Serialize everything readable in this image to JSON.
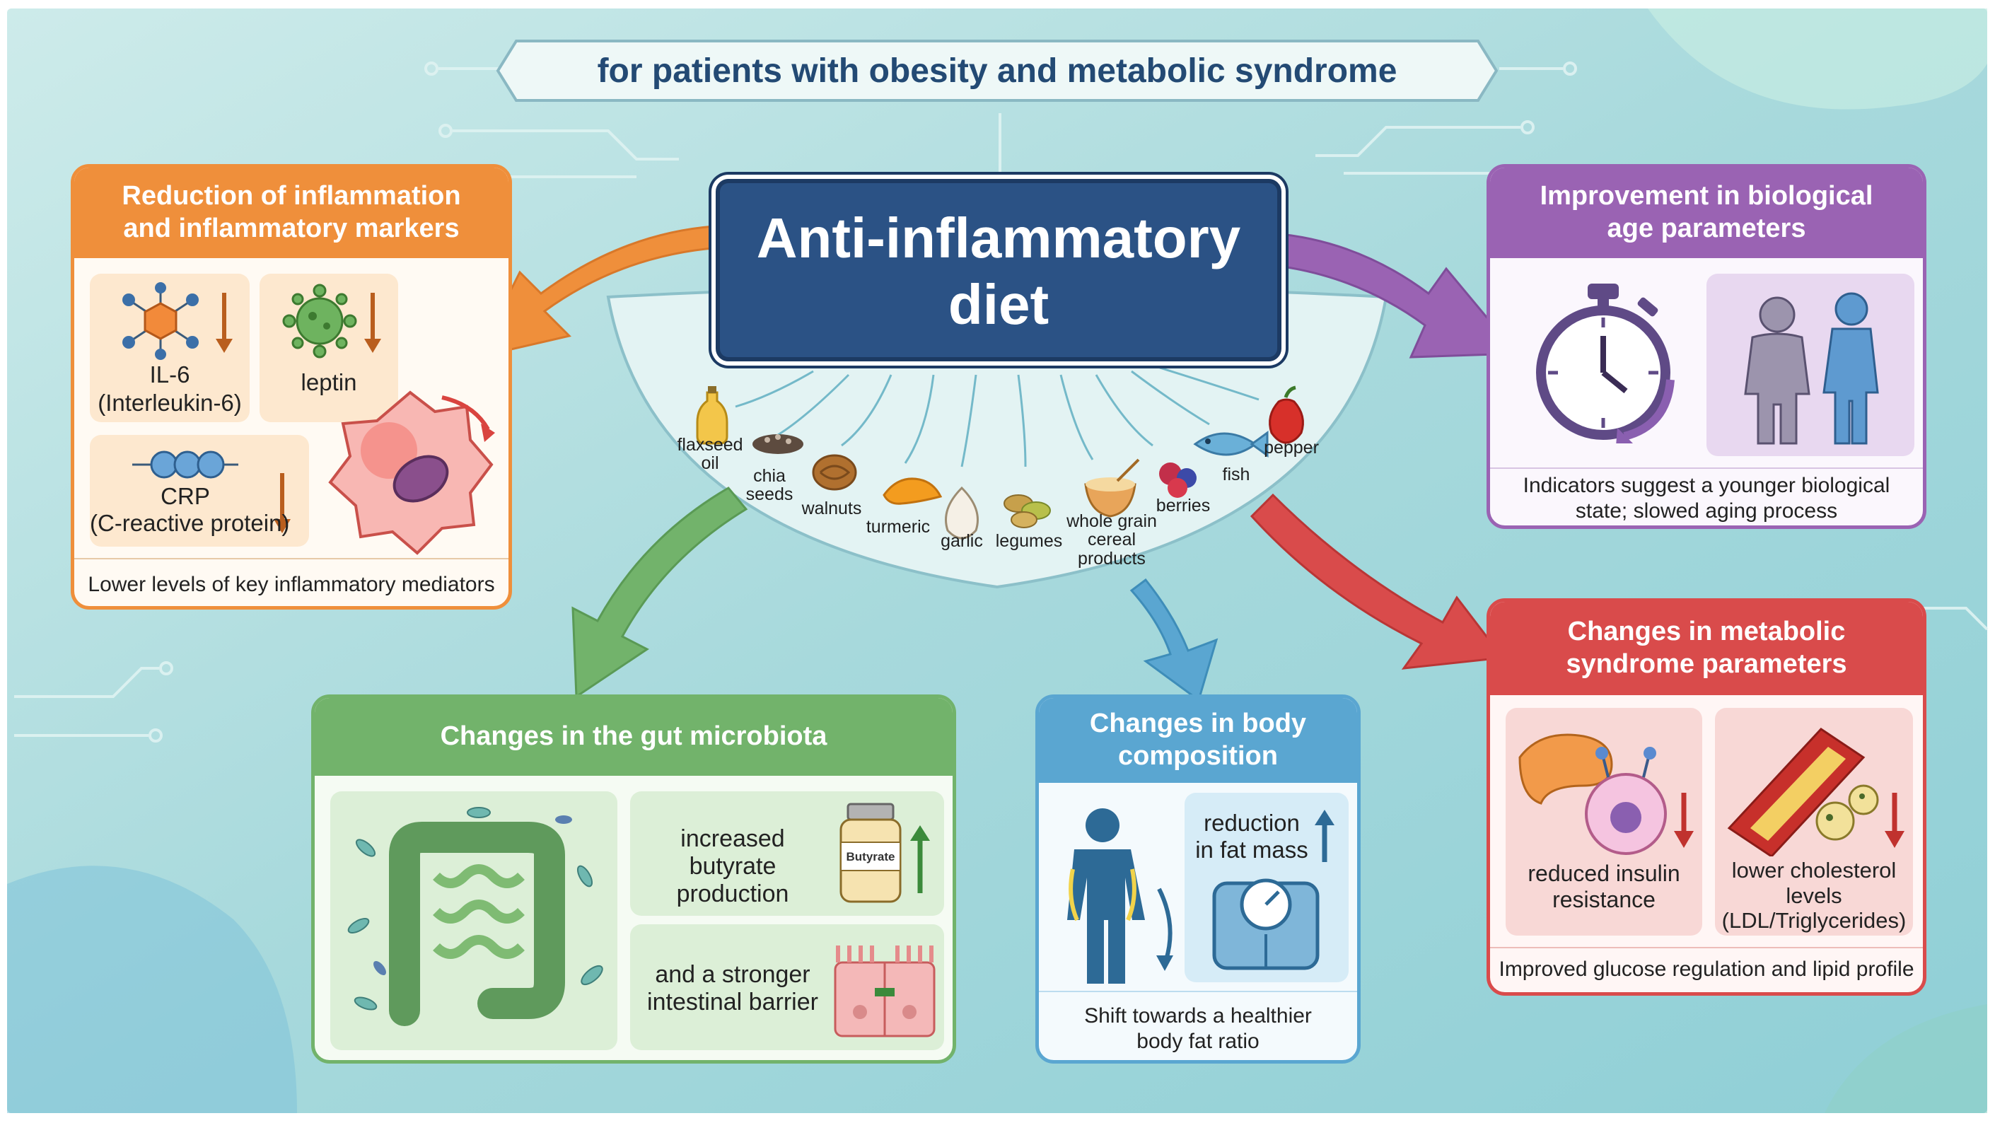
{
  "banner": {
    "title": "for patients with obesity and metabolic syndrome"
  },
  "center": {
    "line1": "Anti-inflammatory",
    "line2": "diet"
  },
  "foods": [
    {
      "label": "flaxseed oil"
    },
    {
      "label": "chia seeds"
    },
    {
      "label": "walnuts"
    },
    {
      "label": "turmeric"
    },
    {
      "label": "garlic"
    },
    {
      "label": "legumes"
    },
    {
      "label": "whole grain cereal products"
    },
    {
      "label": "berries"
    },
    {
      "label": "fish"
    },
    {
      "label": "pepper"
    }
  ],
  "inflammation": {
    "title": "Reduction of inflammation and inflammatory markers",
    "il6": {
      "label": "IL-6",
      "full": "(Interleukin-6)"
    },
    "leptin": {
      "label": "leptin"
    },
    "crp": {
      "label": "CRP",
      "full": "(C-reactive protein)"
    },
    "footer": "Lower levels of key inflammatory mediators"
  },
  "biological_age": {
    "title": "Improvement in biological age parameters",
    "footer": "Indicators suggest a younger biological state; slowed aging process"
  },
  "gut": {
    "title": "Changes in the gut microbiota",
    "butyrate_text": "increased butyrate production",
    "jar_label": "Butyrate",
    "barrier_text": "and a stronger intestinal barrier"
  },
  "body": {
    "title": "Changes in body composition",
    "fat_text": "reduction in fat mass",
    "footer": "Shift towards a healthier body fat ratio"
  },
  "metabolic": {
    "title": "Changes in metabolic syndrome parameters",
    "insulin_text": "reduced insulin resistance",
    "cholesterol_text": "lower cholesterol levels (LDL/Triglycerides)",
    "footer": "Improved glucose regulation and lipid profile"
  },
  "colors": {
    "orange": "#ef8f3b",
    "purple": "#9a63b3",
    "green": "#72b36b",
    "blue": "#5aa6d1",
    "red": "#d94b4b",
    "navy": "#284f82"
  }
}
